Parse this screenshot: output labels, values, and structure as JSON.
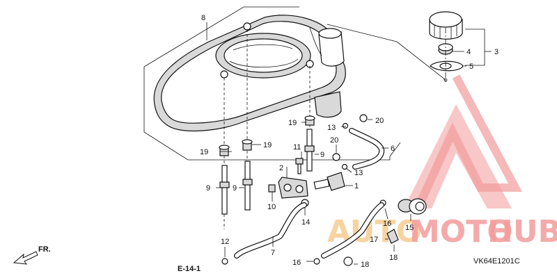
{
  "diagram": {
    "reference_code": "E-14-1",
    "direction_label": "FR.",
    "figure_id": "VK64E1201C",
    "watermark": {
      "part1": "AUTO",
      "part2": "MOTO",
      "part3": "HUB",
      "color_light": "#f2c27e",
      "color_dark": "#f08a8a"
    },
    "callouts": {
      "c1": "1",
      "c2": "2",
      "c3": "3",
      "c4": "4",
      "c5": "5",
      "c6": "6",
      "c7": "7",
      "c8": "8",
      "c9a": "9",
      "c9b": "9",
      "c9c": "9",
      "c10": "10",
      "c11": "11",
      "c12": "12",
      "c13a": "13",
      "c13b": "13",
      "c14": "14",
      "c15": "15",
      "c16a": "16",
      "c16b": "16",
      "c17": "17",
      "c18a": "18",
      "c18b": "18",
      "c19a": "19",
      "c19b": "19",
      "c19c": "19",
      "c20a": "20",
      "c20b": "20"
    }
  }
}
